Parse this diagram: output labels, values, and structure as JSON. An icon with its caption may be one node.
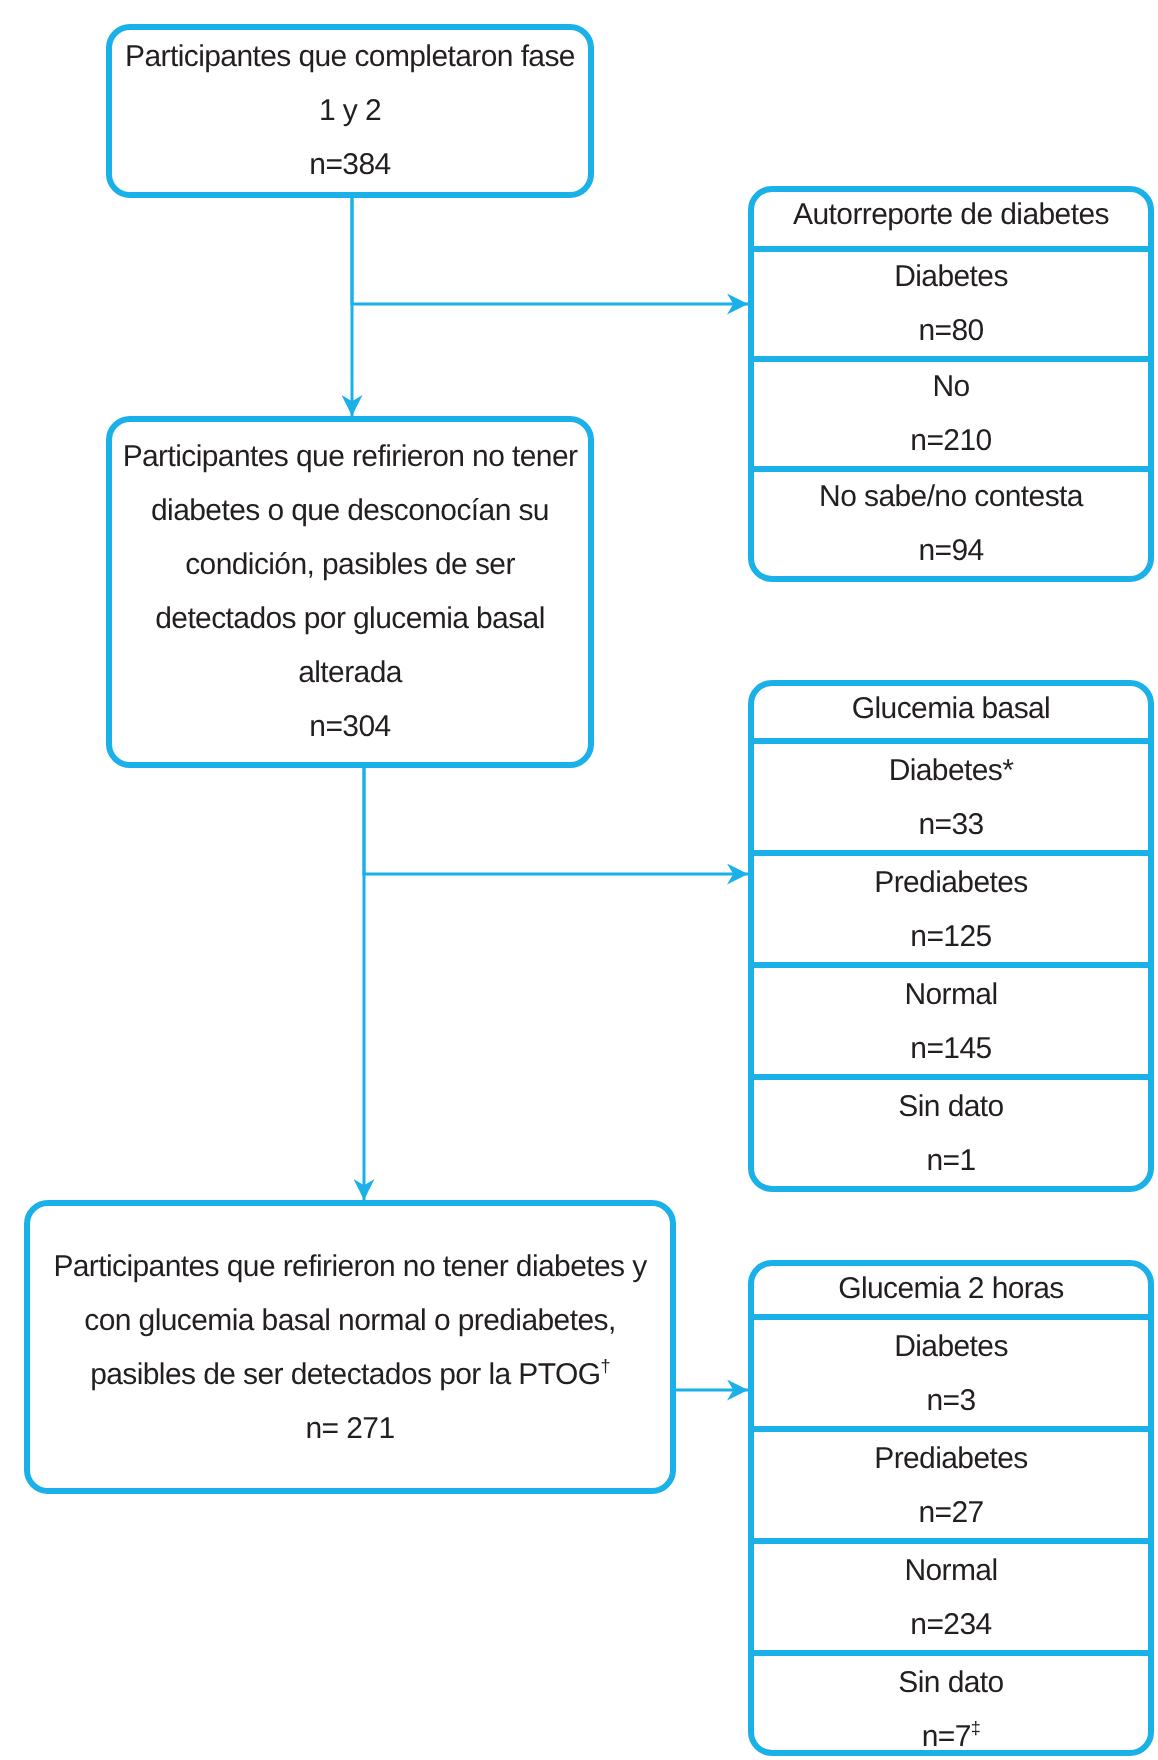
{
  "diagram": {
    "nodes": [
      {
        "text": [
          "Participantes que completaron fase 1 y 2",
          "n=384"
        ]
      },
      {
        "text": [
          "Autorreporte de diabetes"
        ]
      },
      {
        "text": [
          "Diabetes",
          "n=80"
        ],
        "in": 1
      },
      {
        "text": [
          "No",
          "n=210"
        ],
        "in": 1
      },
      {
        "text": [
          "No sabe/no contesta",
          "n=94"
        ],
        "in": 1
      },
      {
        "text": [
          "Participantes que refirieron no tener diabetes o que desconocían su condición, pasibles de ser detectados por glucemia basal alterada",
          "n=304"
        ]
      },
      {
        "text": [
          "Glucemia basal"
        ]
      },
      {
        "text": [
          "Diabetes*",
          "n=33"
        ],
        "in": 6
      },
      {
        "text": [
          "Prediabetes",
          "n=125"
        ],
        "in": 6
      },
      {
        "text": [
          "Normal",
          "n=145"
        ],
        "in": 6
      },
      {
        "text": [
          "Sin dato",
          "n=1"
        ],
        "in": 6
      },
      {
        "text": [
          "Participantes que refirieron no tener diabetes y con glucemia basal normal o prediabetes, pasibles de ser detectados por la PTOG$^{†}$",
          "n= 271"
        ]
      },
      {
        "text": [
          "Glucemia 2 horas"
        ]
      },
      {
        "text": [
          "Diabetes",
          "n=3"
        ],
        "in": 12
      },
      {
        "text": [
          "Prediabetes",
          "n=27"
        ],
        "in": 12
      },
      {
        "text": [
          "Normal",
          "n=234"
        ],
        "in": 12
      },
      {
        "text": [
          "Sin dato",
          "n=7$^{‡}$"
        ],
        "in": 12
      }
    ],
    "edges": [
      {
        "from": 0,
        "to": 5,
        "arrow": "to"
      },
      {
        "from": 0,
        "to": 1,
        "arrow": "to"
      },
      {
        "from": 5,
        "to": 11,
        "arrow": "to"
      },
      {
        "from": 5,
        "to": 6,
        "arrow": "to"
      },
      {
        "from": 11,
        "to": 12,
        "arrow": "to"
      }
    ]
  }
}
